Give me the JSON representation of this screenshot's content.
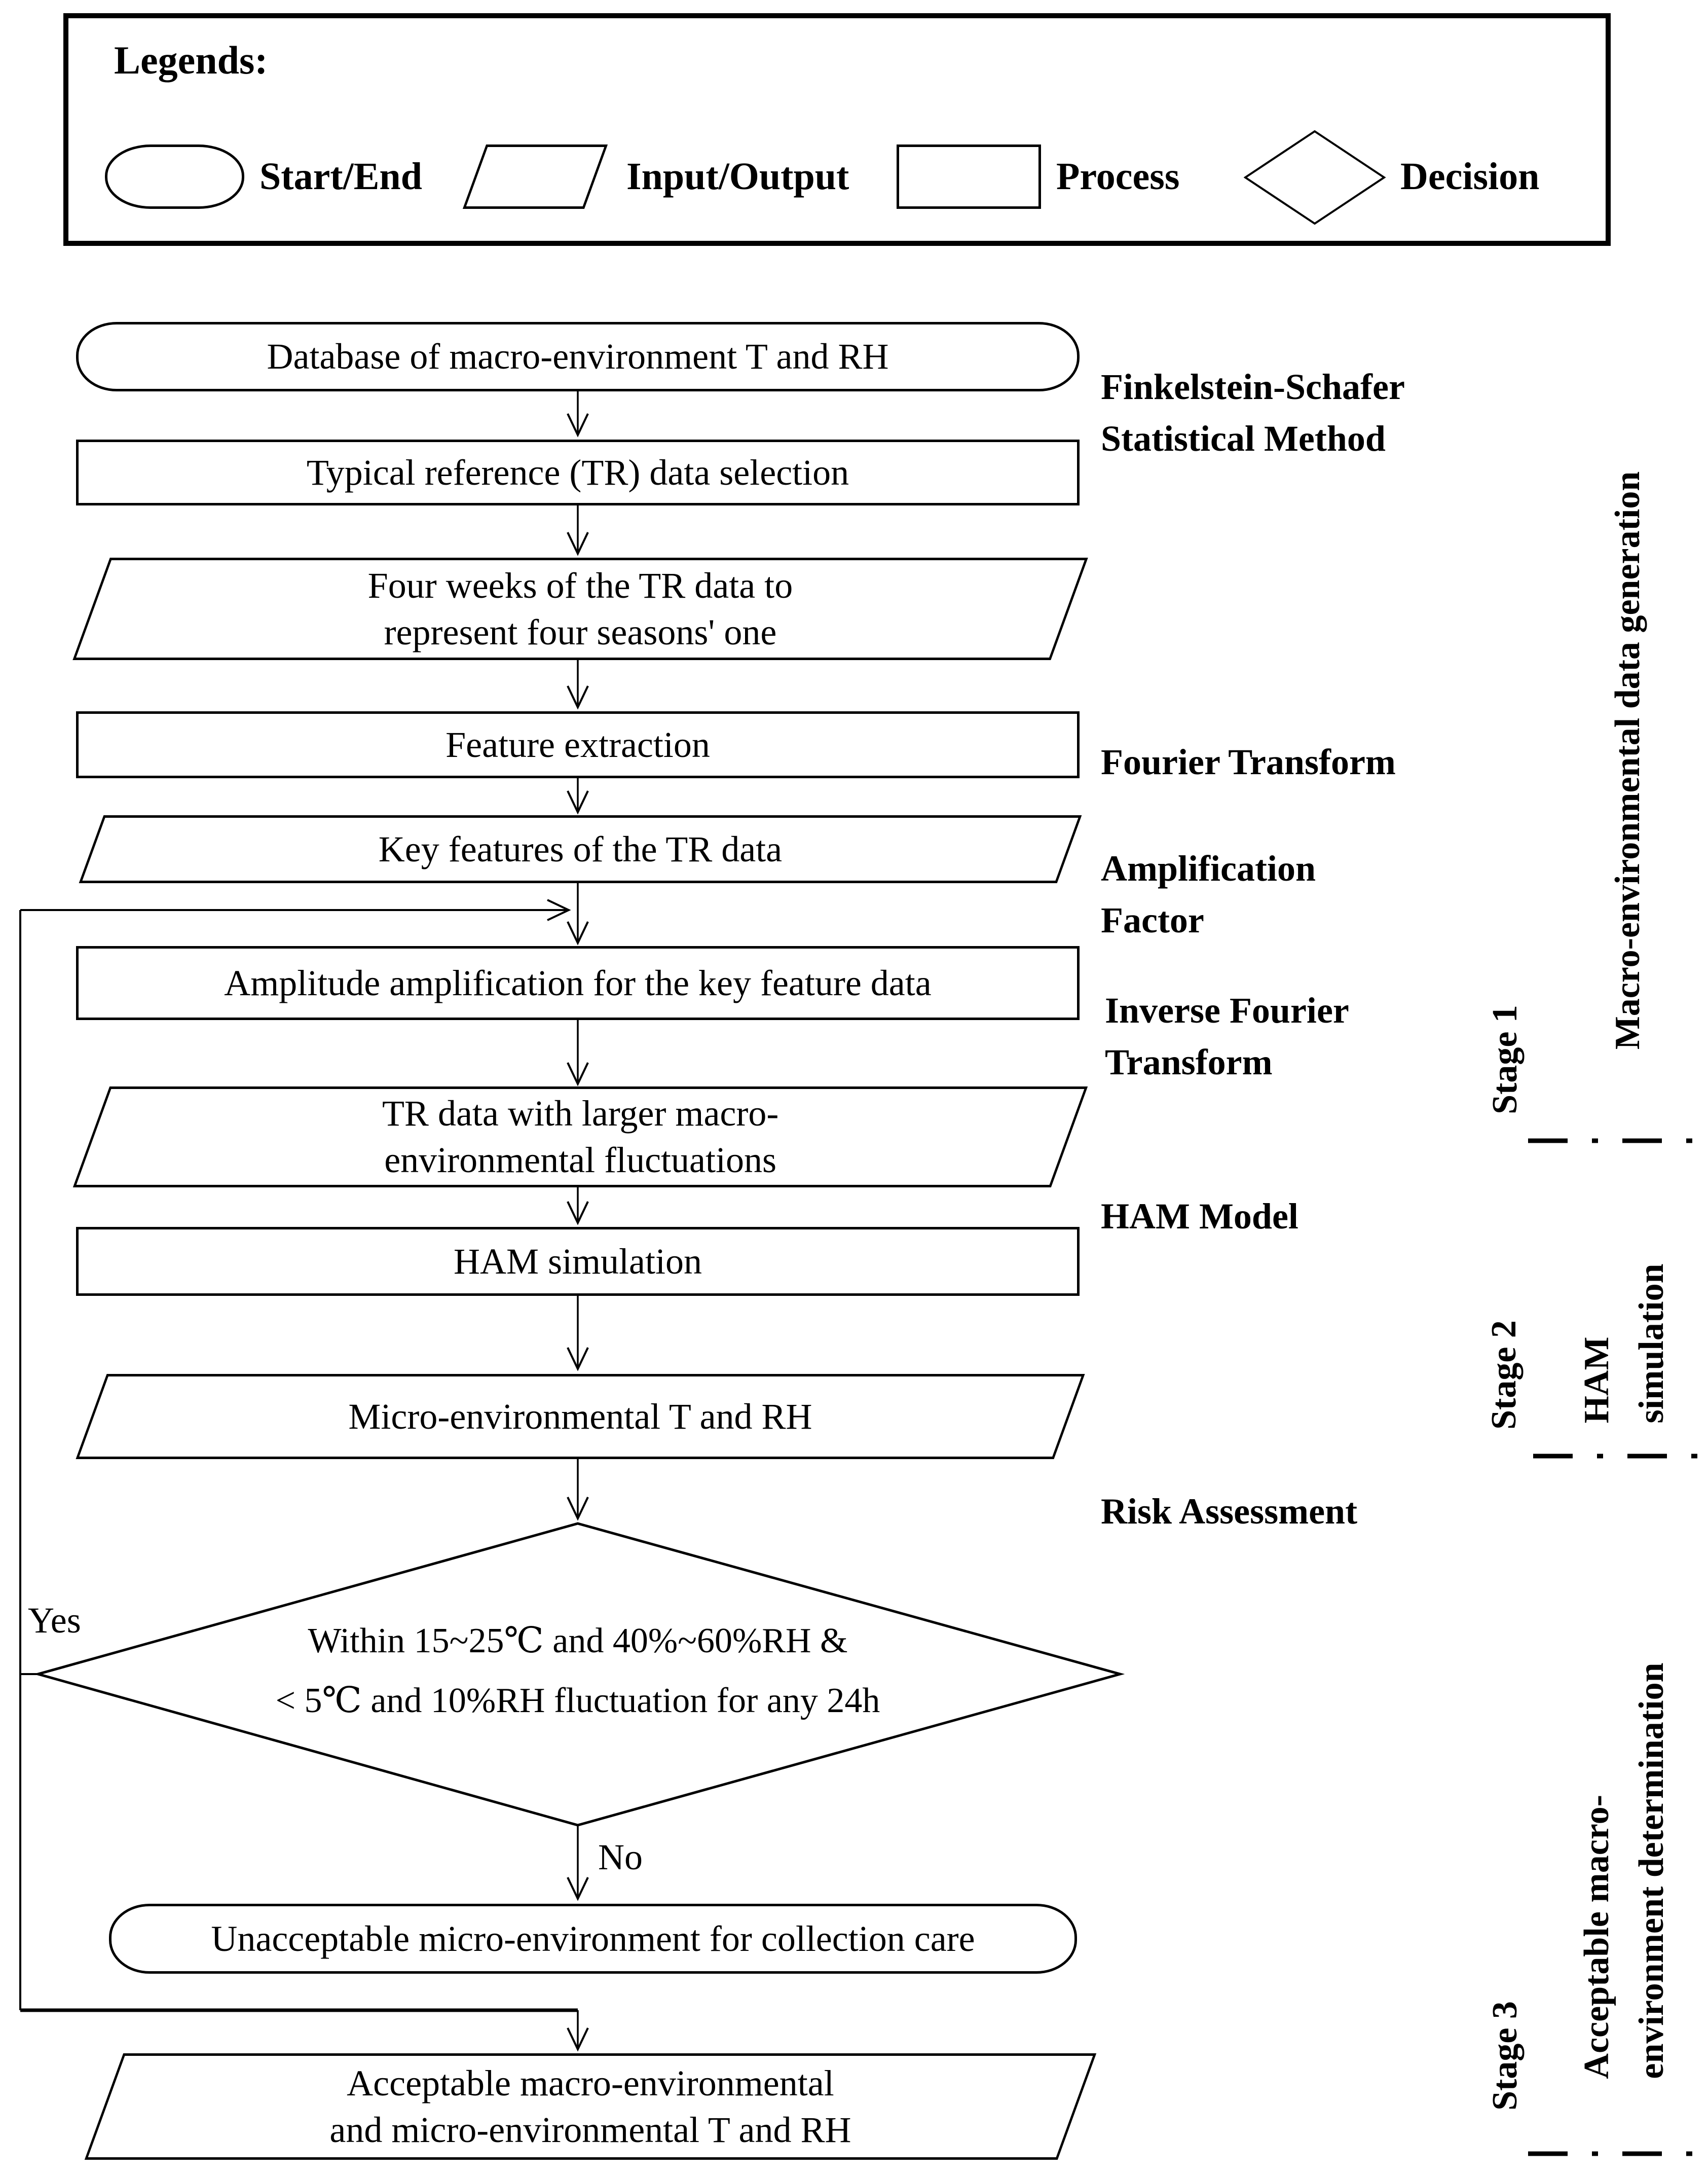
{
  "legend": {
    "title": "Legends:",
    "items": [
      {
        "label": "Start/End"
      },
      {
        "label": "Input/Output"
      },
      {
        "label": "Process"
      },
      {
        "label": "Decision"
      }
    ]
  },
  "flow": {
    "start": "Database of macro-environment T and RH",
    "process_tr_selection": "Typical reference (TR) data selection",
    "io_four_weeks_line1": "Four weeks of the TR data to",
    "io_four_weeks_line2": "represent four seasons' one",
    "process_feature_extraction": "Feature extraction",
    "io_key_features": "Key features of the TR data",
    "process_amplitude": "Amplitude amplification for the key feature data",
    "io_tr_larger_line1": "TR data with larger macro-",
    "io_tr_larger_line2": "environmental fluctuations",
    "process_ham": "HAM simulation",
    "io_micro": "Micro-environmental T and RH",
    "decision_line1": "Within 15~25℃ and 40%~60%RH &",
    "decision_line2": "< 5℃ and 10%RH fluctuation for any 24h",
    "label_yes": "Yes",
    "label_no": "No",
    "end_unacceptable": "Unacceptable micro-environment for collection care",
    "io_acceptable_line1": "Acceptable macro-environmental",
    "io_acceptable_line2": "and micro-environmental T and RH"
  },
  "annotations": {
    "fs_line1": "Finkelstein-Schafer",
    "fs_line2": "Statistical Method",
    "fourier": "Fourier Transform",
    "amp_line1": "Amplification",
    "amp_line2": "Factor",
    "ift_line1": "Inverse Fourier",
    "ift_line2": "Transform",
    "ham_model": "HAM Model",
    "risk": "Risk Assessment"
  },
  "stages": {
    "stage1": "Stage 1",
    "stage1_desc": "Macro-environmental data generation",
    "stage2": "Stage 2",
    "stage2_desc_line1": "HAM",
    "stage2_desc_line2": "simulation",
    "stage3": "Stage 3",
    "stage3_desc_line1": "Acceptable macro-",
    "stage3_desc_line2": "environment determination"
  },
  "colors": {
    "ink": "#000000",
    "paper": "#ffffff"
  }
}
